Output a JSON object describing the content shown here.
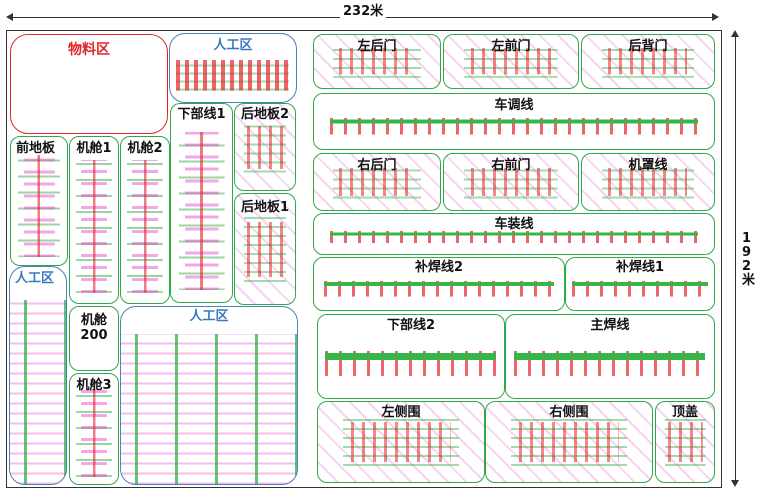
{
  "dimensions": {
    "width_label": "232米",
    "height_label": "192米"
  },
  "zones": {
    "material": "物料区",
    "manual_top": "人工区",
    "lower_line_1": "下部线1",
    "rear_floor_2": "后地板2",
    "rear_floor_1": "后地板1",
    "front_floor": "前地板",
    "engine_bay_1": "机舱1",
    "engine_bay_2": "机舱2",
    "manual_left": "人工区",
    "engine_bay_200": "机舱\n200",
    "engine_bay_3": "机舱3",
    "manual_bottom": "人工区",
    "left_rear_door": "左后门",
    "left_front_door": "左前门",
    "rear_hatch": "后背门",
    "adjust_line": "车调线",
    "right_rear_door": "右后门",
    "right_front_door": "右前门",
    "fitting_line": "机罩线",
    "assembly_line": "车装线",
    "repair_weld_2": "补焊线2",
    "repair_weld_1": "补焊线1",
    "lower_line_2": "下部线2",
    "main_weld": "主焊线",
    "left_side": "左侧围",
    "right_side": "右侧围",
    "roof": "顶盖"
  },
  "colors": {
    "zone_border": "#2fa84a",
    "manual_border": "#4a7fc0",
    "material_border": "#e0262b",
    "station_red": "#e72328",
    "station_green": "#2eb045",
    "station_magenta": "#e34bc8"
  }
}
